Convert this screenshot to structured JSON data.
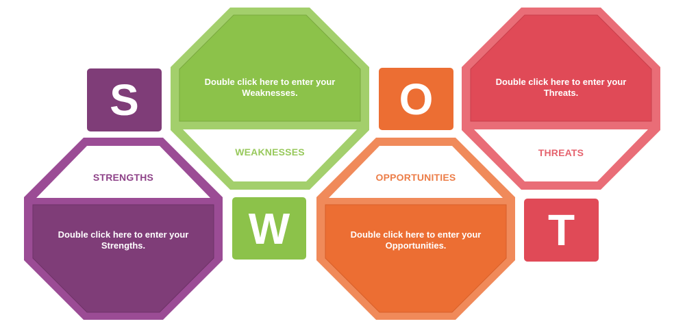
{
  "diagram": {
    "type": "SWOT",
    "letters": [
      {
        "id": "s",
        "char": "S",
        "color": "#7f3d78"
      },
      {
        "id": "w",
        "char": "W",
        "color": "#8cc24a"
      },
      {
        "id": "o",
        "char": "O",
        "color": "#ec6e33"
      },
      {
        "id": "t",
        "char": "T",
        "color": "#e04a57"
      }
    ],
    "sections": {
      "strengths": {
        "title": "STRENGTHS",
        "text_line1": "Double click here to enter your",
        "text_line2": "Strengths.",
        "fill": "#7f3d78",
        "rim": "#9b4c95",
        "title_color": "#8e4288"
      },
      "weaknesses": {
        "title": "WEAKNESSES",
        "text_line1": "Double click here to enter your",
        "text_line2": "Weaknesses.",
        "fill": "#8cc24a",
        "rim": "#a3cf6c",
        "title_color": "#98c95c"
      },
      "opportunities": {
        "title": "OPPORTUNITIES",
        "text_line1": "Double click here to enter your",
        "text_line2": "Opportunities.",
        "fill": "#ec6e33",
        "rim": "#f08a5a",
        "title_color": "#ec7d48"
      },
      "threats": {
        "title": "THREATS",
        "text_line1": "Double click here to enter your",
        "text_line2": "Threats.",
        "fill": "#e04a57",
        "rim": "#e96d77",
        "title_color": "#e5636e"
      }
    }
  }
}
